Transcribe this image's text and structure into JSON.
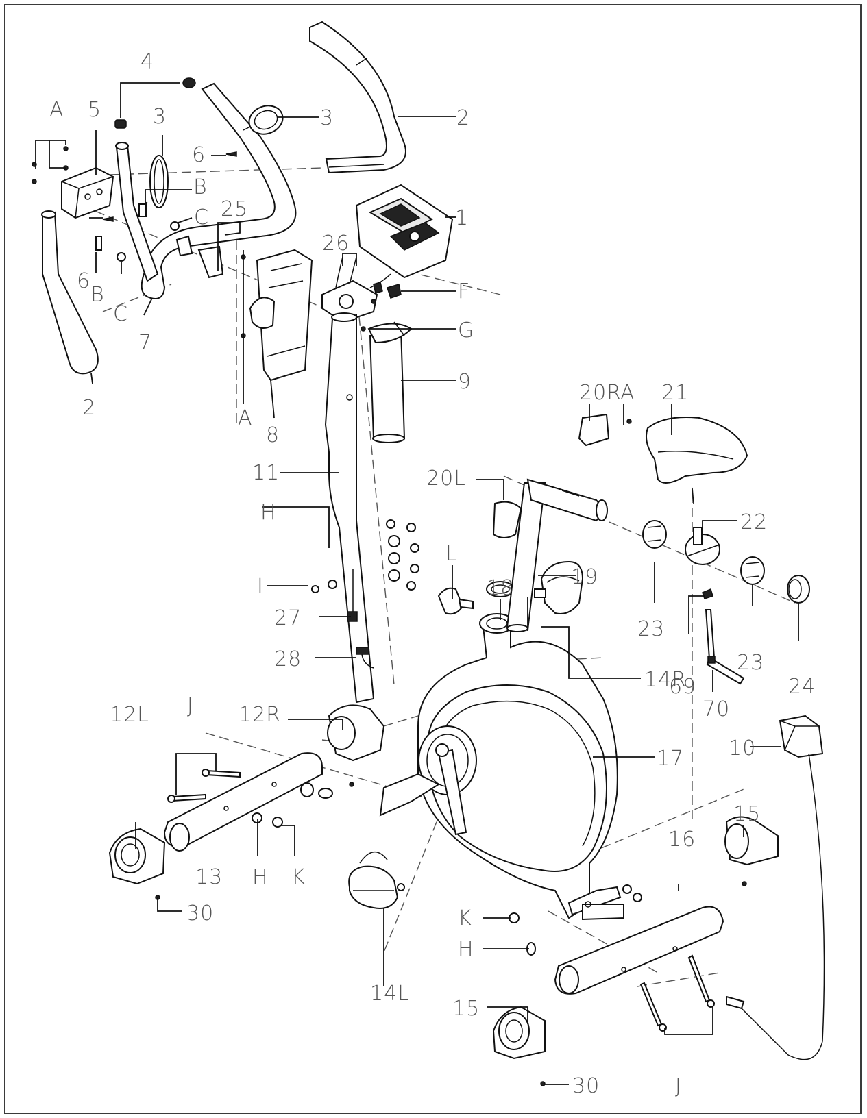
{
  "diagram": {
    "labels": {
      "p1": "1",
      "p2a": "2",
      "p2b": "2",
      "p3a": "3",
      "p3b": "3",
      "p4": "4",
      "p5": "5",
      "p6a": "6",
      "p6b": "6",
      "p7": "7",
      "p8": "8",
      "p9": "9",
      "p10": "10",
      "p11": "11",
      "p12L": "12L",
      "p12R": "12R",
      "p13": "13",
      "p14L": "14L",
      "p14R": "14R",
      "p15a": "15",
      "p15b": "15",
      "p16": "16",
      "p17": "17",
      "p18": "18",
      "p19": "19",
      "p20L": "20L",
      "p20R": "20R",
      "p21": "21",
      "p22": "22",
      "p23a": "23",
      "p23b": "23",
      "p24": "24",
      "p25": "25",
      "p26": "26",
      "p27": "27",
      "p28": "28",
      "p30a": "30",
      "p30b": "30",
      "p69": "69",
      "p70": "70",
      "hA1": "A",
      "hA2": "A",
      "hA3": "A",
      "hB1": "B",
      "hB2": "B",
      "hC1": "C",
      "hC2": "C",
      "hF": "F",
      "hG": "G",
      "hH1": "H",
      "hH2": "H",
      "hH3": "H",
      "hI": "I",
      "hJ1": "J",
      "hJ2": "J",
      "hK1": "K",
      "hK2": "K",
      "hL": "L"
    }
  }
}
